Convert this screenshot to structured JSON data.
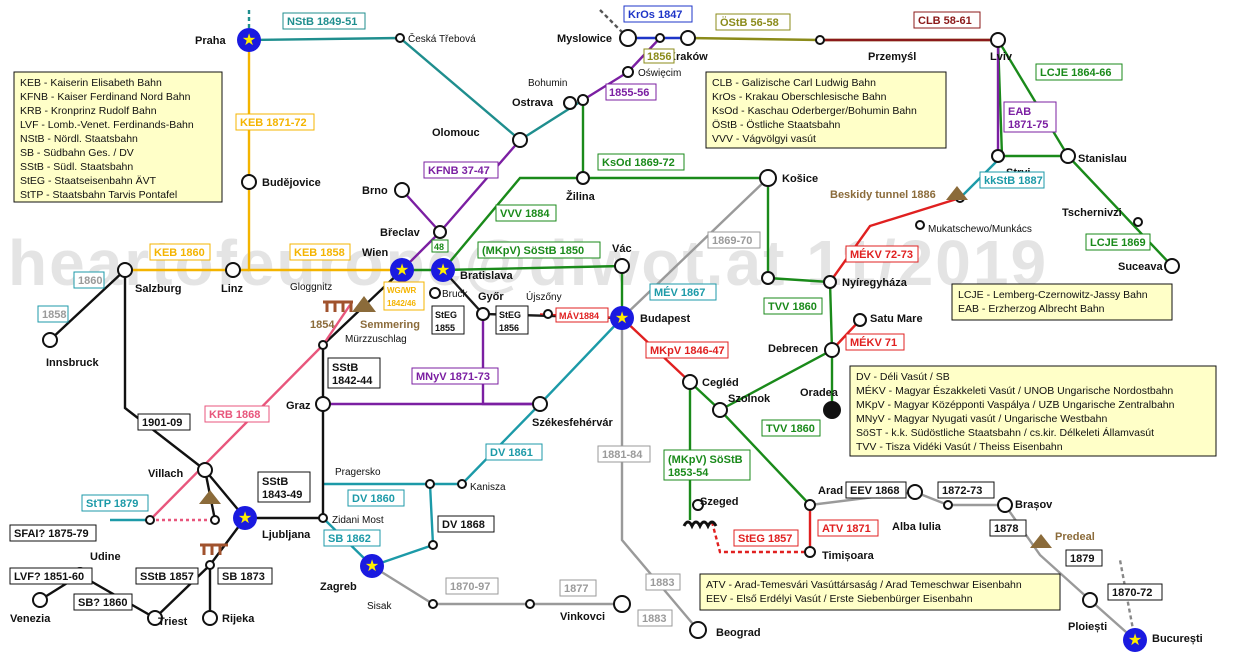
{
  "watermark": "heartofeurope@diwot.at     11/2019",
  "cities": {
    "praha": "Praha",
    "ceska_trebova": "Česká Třebová",
    "budejovice": "Budějovice",
    "olomouc": "Olomouc",
    "brno": "Brno",
    "breclav": "Břeclav",
    "wien": "Wien",
    "bratislava": "Bratislava",
    "gloggnitz": "Gloggnitz",
    "semmering": "Semmering",
    "murzzuschlag": "Mürzzuschlag",
    "salzburg": "Salzburg",
    "linz": "Linz",
    "innsbruck": "Innsbruck",
    "graz": "Graz",
    "villach": "Villach",
    "ljubljana": "Ljubljana",
    "zidani_most": "Zidani Most",
    "pragersko": "Pragersko",
    "kanisza": "Kanisza",
    "zagreb": "Zagreb",
    "sisak": "Sisak",
    "udine": "Udine",
    "venezia": "Venezia",
    "triest": "Triest",
    "rijeka": "Rijeka",
    "myslowice": "Myslowice",
    "krakow": "Kraków",
    "przemysl": "Przemyśl",
    "lviv": "Lviv",
    "oswiecim": "Oświęcim",
    "bohumin": "Bohumin",
    "ostrava": "Ostrava",
    "zilina": "Žilina",
    "kosice": "Košice",
    "stryi": "Stryi",
    "stanislau": "Stanislau",
    "tschernivzi": "Tschernivzi",
    "suceava": "Suceava",
    "mukatschewo": "Mukatschewo/Munkács",
    "nyiregyhaza": "Nyíregyháza",
    "satu_mare": "Satu Mare",
    "debrecen": "Debrecen",
    "oradea": "Oradea",
    "vac": "Vác",
    "bruck": "Bruck",
    "gyor": "Győr",
    "ujszony": "Újszőny",
    "budapest": "Budapest",
    "szekesfehervar": "Székesfehérvár",
    "cegled": "Cegléd",
    "szolnok": "Szolnok",
    "szeged": "Szeged",
    "arad": "Arad",
    "timisoara": "Timișoara",
    "alba_iulia": "Alba Iulia",
    "brasov": "Brașov",
    "predeal": "Predeal",
    "ploiesti": "Ploiești",
    "bucuresti": "București",
    "vinkovci": "Vinkovci",
    "beograd": "Beograd",
    "beskidy_tunnel": "Beskidy tunnel 1886",
    "year_1854": "1854"
  },
  "tags": {
    "nstb": "NStB 1849-51",
    "keb1871": "KEB 1871-72",
    "keb1860": "KEB 1860",
    "keb1858": "KEB 1858",
    "kfnb": "KFNB 37-47",
    "vvv1884": "VVV 1884",
    "mkpv1850": "(MKpV) SöStB 1850",
    "stb48": "48",
    "wgwr": "WG/WR 1842/46",
    "steg1855": "StEG 1855",
    "steg1856": "StEG 1856",
    "mav1884": "MÁV1884",
    "mev1867": "MÉV 1867",
    "ssb1842": "SStB 1842-44",
    "mnyv": "MNyV 1871-73",
    "krb1868": "KRB 1868",
    "t1901": "1901-09",
    "t1860": "1860",
    "t1858": "1858",
    "stp1879": "StTP 1879",
    "sfai": "SFAI? 1875-79",
    "lvf": "LVF? 1851-60",
    "sb1860": "SB? 1860",
    "ssb1857": "SStB 1857",
    "sb1873": "SB 1873",
    "ssb1843": "SStB 1843-49",
    "dv1860": "DV 1860",
    "sb1862": "SB 1862",
    "dv1861": "DV 1861",
    "dv1868": "DV 1868",
    "t1870_97": "1870-97",
    "t1877": "1877",
    "t1881": "1881-84",
    "t1883a": "1883",
    "t1883b": "1883",
    "mkpv_so": "(MKpV) SöStB 1853-54",
    "steg1857": "StEG 1857",
    "atv1871": "ATV 1871",
    "eev1868": "EEV 1868",
    "t1872": "1872-73",
    "t1878": "1878",
    "t1879": "1879",
    "t1870_72": "1870-72",
    "mkpv4647": "MKpV 1846-47",
    "tvv1860a": "TVV 1860",
    "tvv1860b": "TVV 1860",
    "mekv71": "MÉKV 71",
    "mekv7273": "MÉKV 72-73",
    "t1869_70": "1869-70",
    "ksod": "KsOd 1869-72",
    "kros": "KrOs 1847",
    "t1856": "1856",
    "t1855_56": "1855-56",
    "ostb": "ÖStB 56-58",
    "clb": "CLB 58-61",
    "lcje1864": "LCJE 1864-66",
    "eab": "EAB 1871-75",
    "kkstb": "kkStB 1887",
    "lcje1869": "LCJE 1869"
  },
  "legends": {
    "austria": [
      "KEB - Kaiserin Elisabeth Bahn",
      "KFNB - Kaiser Ferdinand Nord Bahn",
      "KRB - Kronprinz Rudolf Bahn",
      "LVF - Lomb.-Venet. Ferdinands-Bahn",
      "NStB - Nördl. Staatsbahn",
      "SB - Südbahn Ges. / DV",
      "SStB - Südl. Staatsbahn",
      "StEG - Staatseisenbahn ÄVT",
      "StTP - Staatsbahn Tarvis Pontafel"
    ],
    "galicia": [
      "CLB - Galizische Carl Ludwig Bahn",
      "KrOs - Krakau Oberschlesische Bahn",
      "KsOd - Kaschau Oderberger/Bohumin Bahn",
      "ÖStB - Östliche Staatsbahn",
      "VVV - Vágvölgyi vasút"
    ],
    "lcje": [
      "LCJE - Lemberg-Czernowitz-Jassy Bahn",
      "EAB - Erzherzog Albrecht Bahn"
    ],
    "hungary": [
      "DV - Déli Vasút / SB",
      "MÉKV - Magyar Északkeleti Vasút / UNOB Ungarische Nordostbahn",
      "MKpV - Magyar Középponti Vaspálya / UZB Ungarische Zentralbahn",
      "MNyV - Magyar Nyugati vasút / Ungarische Westbahn",
      "SöST - k.k. Südöstliche Staatsbahn / cs.kir. Délkeleti Államvasút",
      "TVV - Tisza Vidéki Vasút / Theiss Eisenbahn"
    ],
    "arad": [
      "ATV - Arad-Temesvári Vasúttársaság / Arad Temeschwar Eisenbahn",
      "EEV - Első Erdélyi Vasút / Erste Siebenbürger Eisenbahn"
    ]
  },
  "colors": {
    "nstb": "#1f8e8e",
    "keb": "#f4b400",
    "kfnb": "#7b1fa2",
    "green": "#1a8a1a",
    "red": "#e02020",
    "darkred": "#8b1a1a",
    "olive": "#8b8b1a",
    "blue": "#1e35c8",
    "grey": "#9a9a9a",
    "teal": "#1c9aa8",
    "pink": "#e8567c",
    "black": "#111111",
    "brown": "#8b6b3a",
    "capital": "#1a1ae0",
    "star": "#ffee00"
  }
}
